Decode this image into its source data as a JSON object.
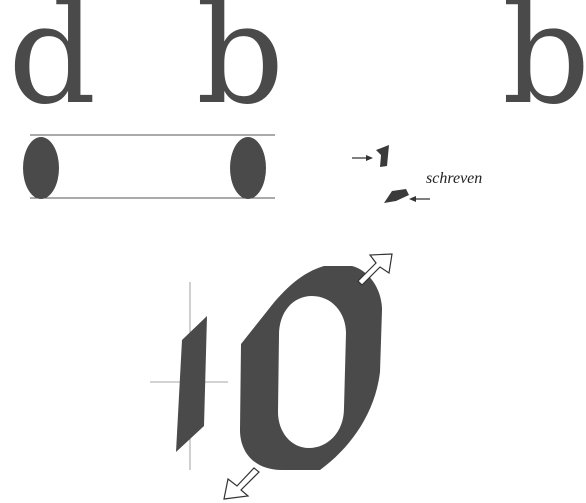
{
  "top_row": {
    "letter_1": "d",
    "letter_2": "b",
    "letter_3": "b"
  },
  "annotation": {
    "label": "schreven"
  },
  "colors": {
    "ink": "#4a4a4a",
    "line": "#555555",
    "background": "#ffffff"
  },
  "icons": [
    "arrow-right-icon",
    "arrow-left-icon",
    "hollow-arrow-icon"
  ]
}
